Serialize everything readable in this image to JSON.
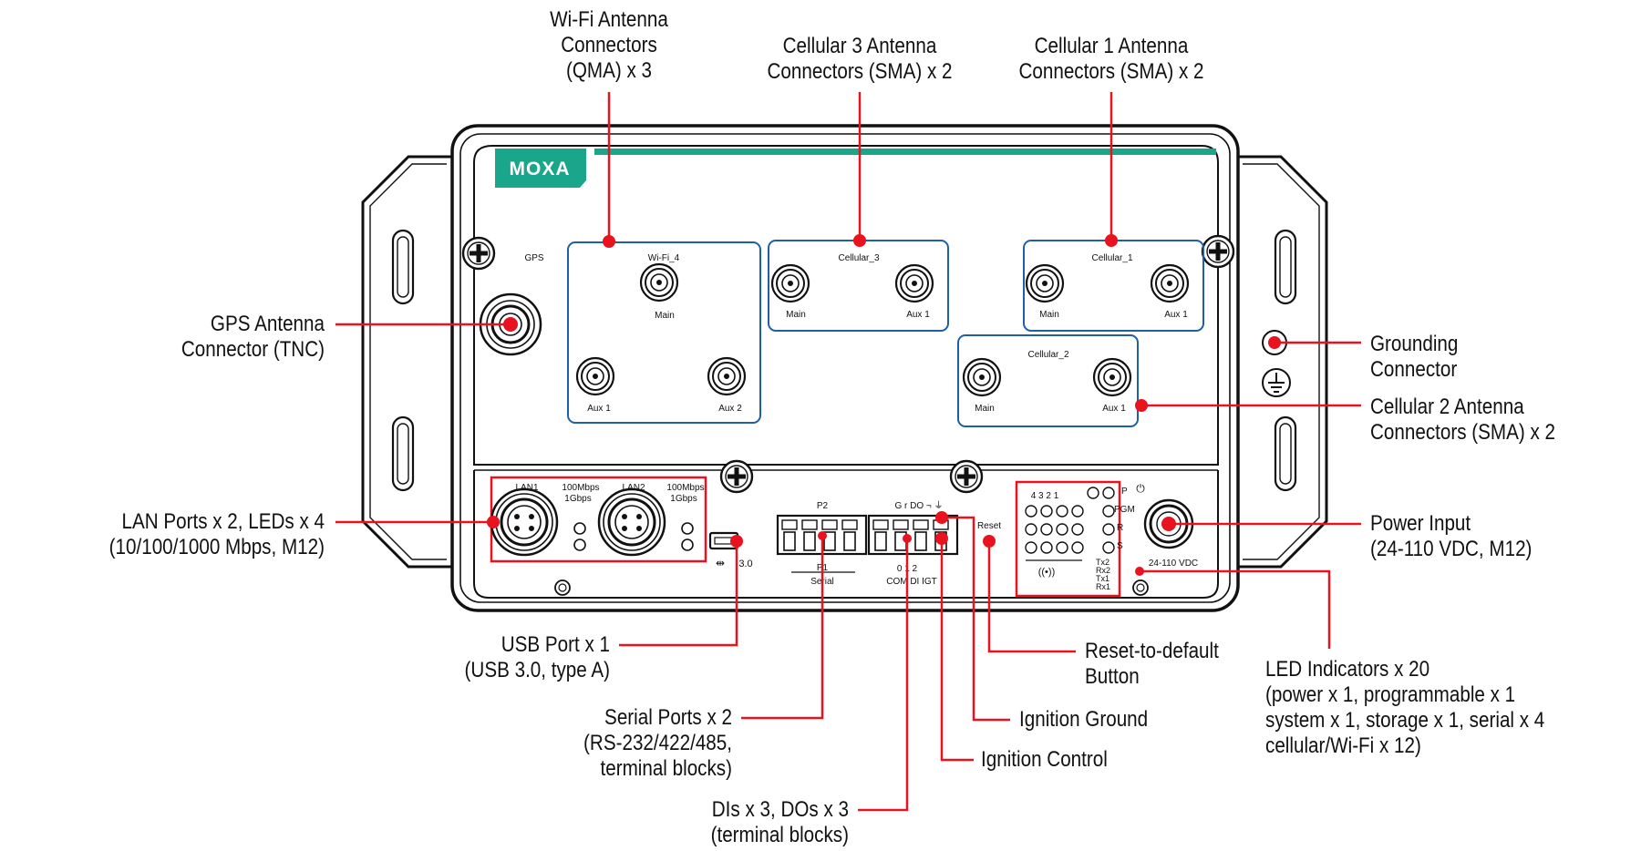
{
  "device": {
    "brand": "MOXA",
    "brand_color": "#1aa68a",
    "accent_color": "#e8131f",
    "panel_labels": {
      "gps": "GPS",
      "wifi_group": "Wi-Fi_4",
      "cell3_group": "Cellular_3",
      "cell1_group": "Cellular_1",
      "cell2_group": "Cellular_2",
      "main": "Main",
      "aux1": "Aux 1",
      "aux2": "Aux 2",
      "lan1": "LAN1",
      "lan2": "LAN2",
      "speed_100": "100Mbps",
      "speed_1g": "1Gbps",
      "usb": "3.0",
      "p2": "P2",
      "p1": "P1",
      "serial": "Serial",
      "dio_top": "G  r DO ¬  ⏚",
      "dio_nums": "0   1   2",
      "com_di_igt": "COM  DI  IGT",
      "reset": "Reset",
      "led_cols": "4   3   2   1",
      "led_p": "P",
      "led_pgm": "PGM",
      "led_r": "R",
      "led_s": "S",
      "txrx": [
        "Tx2",
        "Rx2",
        "Tx1",
        "Rx1"
      ],
      "power_symbol": "⏻",
      "power_rating": "24-110 VDC"
    }
  },
  "callouts": {
    "wifi": "Wi-Fi Antenna\nConnectors\n(QMA) x 3",
    "cell3": "Cellular 3 Antenna\nConnectors (SMA) x 2",
    "cell1": "Cellular 1 Antenna\nConnectors (SMA) x 2",
    "gps": "GPS Antenna\nConnector (TNC)",
    "grounding": "Grounding\nConnector",
    "cell2": "Cellular 2 Antenna\nConnectors (SMA) x 2",
    "lan": "LAN Ports x 2, LEDs x 4\n(10/100/1000 Mbps, M12)",
    "power": "Power Input\n(24-110 VDC, M12)",
    "usb": "USB Port x 1\n(USB 3.0, type A)",
    "reset": "Reset-to-default\nButton",
    "leds": "LED Indicators x 20\n(power x 1, programmable x 1\nsystem x 1, storage x 1, serial x 4\ncellular/Wi-Fi x 12)",
    "serial": "Serial Ports x 2\n(RS-232/422/485,\nterminal blocks)",
    "ign_ground": "Ignition Ground",
    "ign_control": "Ignition Control",
    "dio": "DIs x 3, DOs x 3\n(terminal blocks)"
  }
}
